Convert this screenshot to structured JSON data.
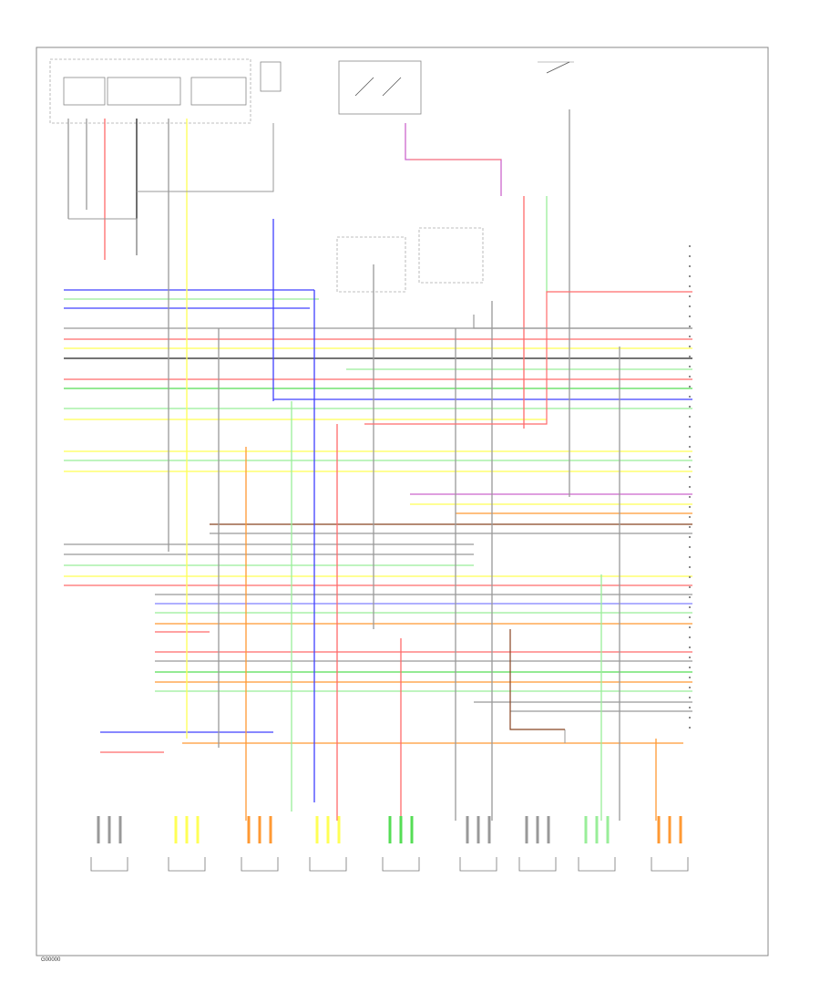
{
  "figure": {
    "number": "G00000"
  },
  "colors": {
    "red": "#ff6b6b",
    "blue": "#4040ff",
    "lt_blue": "#8080ff",
    "green": "#55dd55",
    "lt_green": "#99ee99",
    "yellow": "#ffff55",
    "orange": "#ff9933",
    "violet": "#cc66cc",
    "gray": "#999999",
    "black": "#222222",
    "brown": "#884422",
    "pink": "#ff99cc"
  },
  "connectors": [
    {
      "id": "c1"
    },
    {
      "id": "c2"
    },
    {
      "id": "c3"
    },
    {
      "id": "c4"
    },
    {
      "id": "c5"
    },
    {
      "id": "c6"
    },
    {
      "id": "c7"
    },
    {
      "id": "c8"
    },
    {
      "id": "c9"
    },
    {
      "id": "c10"
    }
  ]
}
